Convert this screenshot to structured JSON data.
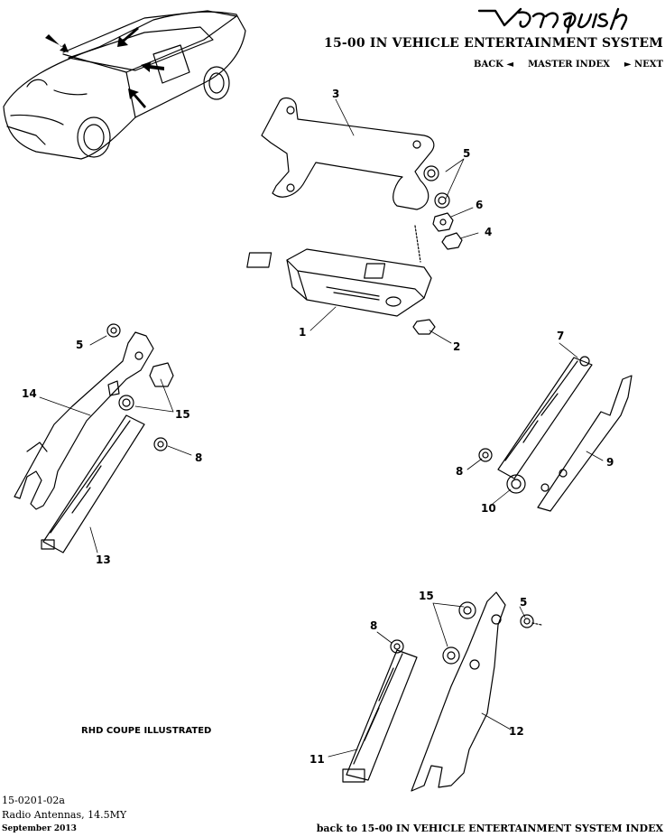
{
  "header": {
    "logo_text": "Vanquish",
    "section_title": "15-00 IN VEHICLE ENTERTAINMENT SYSTEM",
    "nav": {
      "back_label": "BACK",
      "back_icon": "triangle-left-icon",
      "master_index_label": "MASTER INDEX",
      "next_label": "NEXT",
      "next_icon": "triangle-right-icon"
    }
  },
  "diagram": {
    "callouts": [
      "1",
      "2",
      "3",
      "4",
      "5",
      "6",
      "5",
      "14",
      "15",
      "8",
      "13",
      "7",
      "8",
      "9",
      "10",
      "15",
      "5",
      "8",
      "11",
      "12"
    ],
    "illustration_note": "RHD COUPE ILLUSTRATED"
  },
  "footer": {
    "doc_code": "15-0201-02a",
    "doc_name": "Radio Antennas, 14.5MY",
    "date": "September 2013",
    "back_to_index": "back to 15-00 IN VEHICLE ENTERTAINMENT SYSTEM INDEX"
  }
}
